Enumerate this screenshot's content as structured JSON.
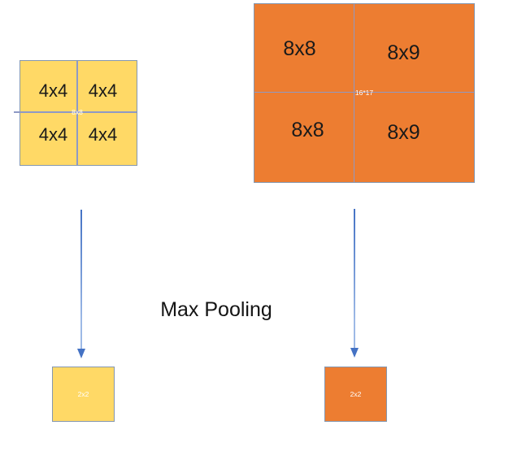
{
  "diagram": {
    "title": "Max Pooling",
    "left_matrix": {
      "quadrants": [
        "4x4",
        "4x4",
        "4x4",
        "4x4"
      ],
      "size_label": "8x8"
    },
    "right_matrix": {
      "quadrants": [
        "8x8",
        "8x9",
        "8x8",
        "8x9"
      ],
      "size_label": "16*17"
    },
    "left_result": {
      "size_label": "2x2"
    },
    "right_result": {
      "size_label": "2x2"
    }
  },
  "colors": {
    "fill_gold": "#FFD966",
    "fill_orange": "#ED7D31",
    "stroke_border": "#8497B0",
    "stroke_divider": "#8E99C5",
    "arrow_blue": "#4472C4",
    "arrow_light": "#9DB9E6"
  }
}
